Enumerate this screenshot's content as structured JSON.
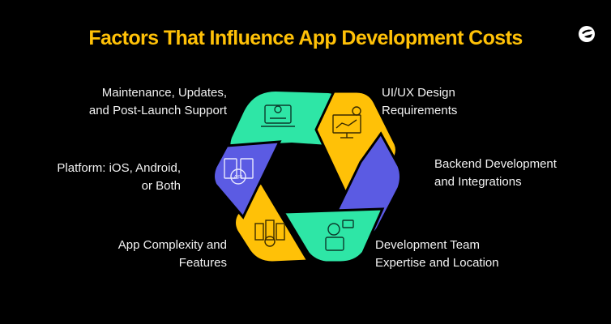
{
  "title": "Factors That Influence App Development Costs",
  "logo": "brand-logo-icon",
  "colors": {
    "background": "#000000",
    "title": "#FFC107",
    "green": "#2EE6A6",
    "yellow": "#FFC107",
    "purple": "#5B5BE3",
    "label_text": "#F2F2F2"
  },
  "factors": [
    {
      "id": "maintenance",
      "line1": "Maintenance, Updates,",
      "line2": "and Post-Launch Support",
      "icon": "laptop-wrench-icon",
      "color": "green"
    },
    {
      "id": "uiux",
      "line1": "UI/UX Design",
      "line2": "Requirements",
      "icon": "monitor-chart-icon",
      "color": "yellow"
    },
    {
      "id": "backend",
      "line1": "Backend Development",
      "line2": "and Integrations",
      "icon": "none",
      "color": "purple"
    },
    {
      "id": "team",
      "line1": "Development Team",
      "line2": "Expertise and Location",
      "icon": "support-agent-icon",
      "color": "green"
    },
    {
      "id": "complexity",
      "line1": "App Complexity and",
      "line2": "Features",
      "icon": "servers-dollar-icon",
      "color": "yellow"
    },
    {
      "id": "platform",
      "line1": "Platform: iOS, Android,",
      "line2": "or Both",
      "icon": "api-gear-icon",
      "color": "purple"
    }
  ]
}
